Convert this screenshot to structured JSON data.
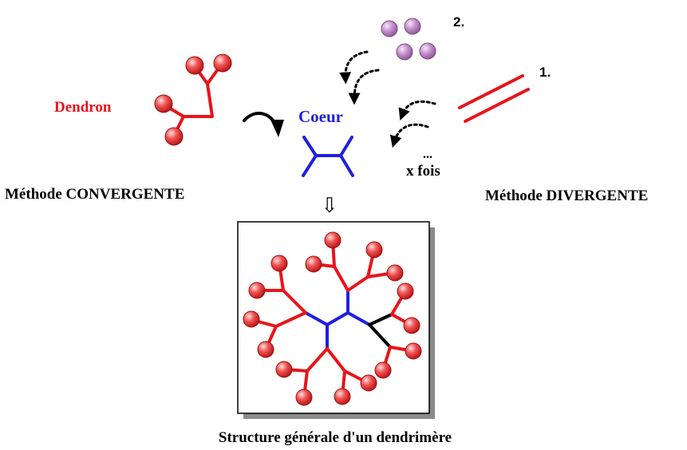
{
  "labels": {
    "dendron": "Dendron",
    "coeur": "Coeur",
    "step2": "2.",
    "step1": "1.",
    "ellipsis": "...",
    "x_fois": "x fois",
    "convergente": "Méthode CONVERGENTE",
    "divergente": "Méthode DIVERGENTE",
    "caption": "Structure générale d'un dendrimère",
    "down_arrow": "⇩"
  },
  "colors": {
    "dendron_label": "#e8141b",
    "coeur_label": "#1f1fe0",
    "branch_red": "#e8141b",
    "core_blue": "#1f1fe0",
    "branch_black": "#000000",
    "sphere_red": "#f04a4a",
    "sphere_purple": "#c58fcd",
    "text": "#000000",
    "frame_shadow": "#7a7a7a"
  },
  "icons": {
    "sphere": "sphere-icon",
    "curved_arrow": "curved-arrow-icon",
    "dotted_arrow": "dotted-curved-arrow-icon",
    "double_bond": "double-bond-icon",
    "down_arrow": "hollow-down-arrow-icon"
  }
}
